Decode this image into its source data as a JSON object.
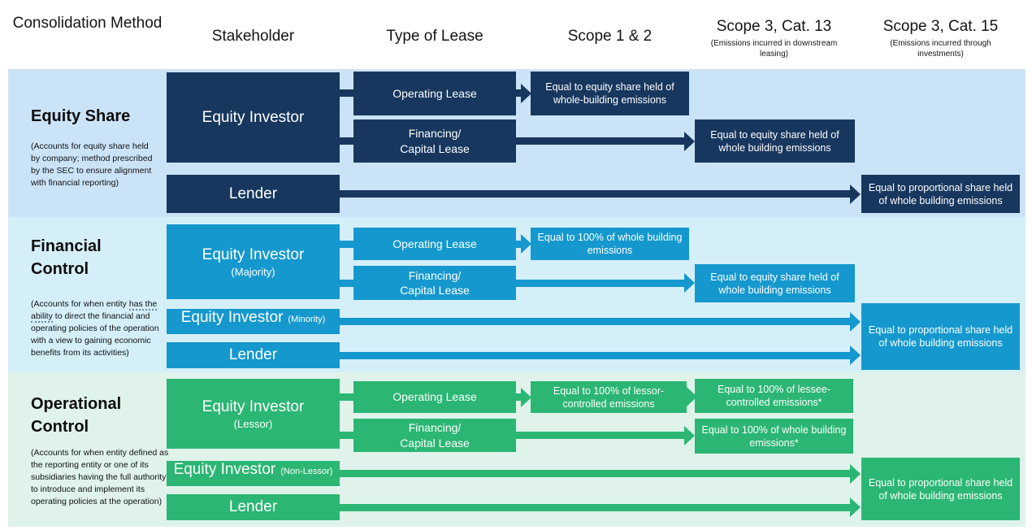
{
  "colors": {
    "equity_share_box": "#17375E",
    "equity_share_bg": "#CBE3F7",
    "financial_control_box": "#1598CE",
    "financial_control_bg": "#D5EFF9",
    "operational_control_box": "#2BB673",
    "operational_control_bg": "#DFF3EB"
  },
  "header": {
    "col_method": "Consolidation Method",
    "col_stakeholder": "Stakeholder",
    "col_lease": "Type of Lease",
    "col_scope12": "Scope 1 & 2",
    "col_cat13": "Scope 3, Cat. 13",
    "col_cat13_sub": "(Emissions incurred in downstream leasing)",
    "col_cat15": "Scope 3, Cat. 15",
    "col_cat15_sub": "(Emissions incurred through investments)"
  },
  "equity_share": {
    "title": "Equity Share",
    "description": "(Accounts for equity share held by company; method prescribed by the SEC to ensure alignment with financial reporting)",
    "investor": "Equity Investor",
    "lender": "Lender",
    "operating_lease": "Operating Lease",
    "financing_lease": "Financing/\nCapital Lease",
    "result_scope12": "Equal to equity share held of whole-building emissions",
    "result_cat13": "Equal to equity share held of whole building emissions",
    "result_cat15": "Equal to proportional share held of whole building emissions"
  },
  "financial_control": {
    "title": "Financial Control",
    "description_pre": "(Accounts for when entity ",
    "description_marked": "has the ability",
    "description_post": " to direct the financial and operating policies of the operation with a view to gaining economic benefits from its activities)",
    "investor_majority": "Equity Investor",
    "investor_majority_sub": "(Majority)",
    "investor_minority": "Equity Investor",
    "investor_minority_sub": "(Minority)",
    "lender": "Lender",
    "operating_lease": "Operating Lease",
    "financing_lease": "Financing/\nCapital Lease",
    "result_scope12": "Equal to 100% of whole building emissions",
    "result_cat13": "Equal to equity share held of whole building emissions",
    "result_cat15": "Equal to proportional share held of whole building emissions"
  },
  "operational_control": {
    "title": "Operational Control",
    "description": "(Accounts for when entity defined as the reporting entity or one of its subsidiaries having the full authority to introduce and implement its operating policies at the operation)",
    "investor_lessor": "Equity Investor",
    "investor_lessor_sub": "(Lessor)",
    "investor_non_lessor": "Equity Investor",
    "investor_non_lessor_sub": "(Non-Lessor)",
    "lender": "Lender",
    "operating_lease": "Operating Lease",
    "financing_lease": "Financing/\nCapital Lease",
    "result_scope12": "Equal to 100% of lessor-controlled emissions",
    "result_cat13_lessee": "Equal to 100% of lessee-controlled emissions*",
    "result_cat13_whole": "Equal to 100% of whole building emissions*",
    "result_cat15": "Equal to proportional share held of whole building emissions"
  }
}
